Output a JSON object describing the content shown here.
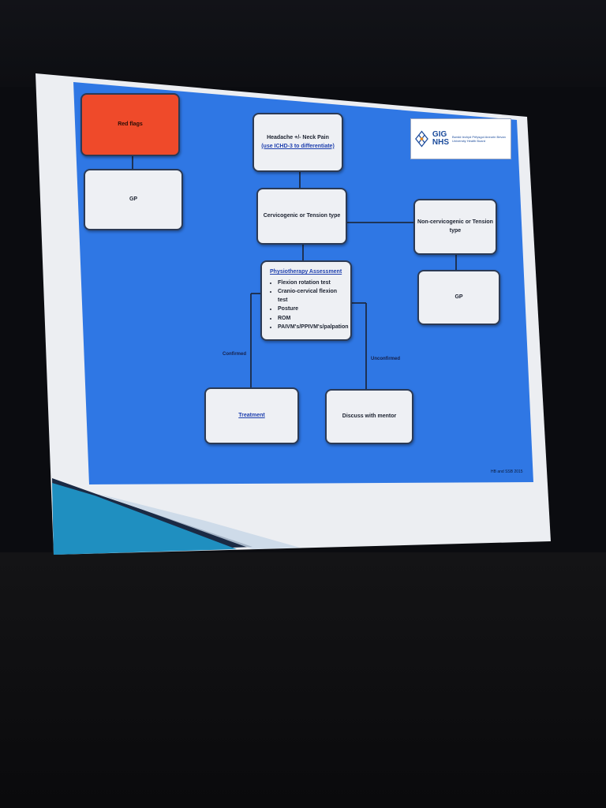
{
  "diagram": {
    "red_flags": "Red flags",
    "gp_left": "GP",
    "headache_line1": "Headache +/- Neck Pain",
    "headache_line2": "(use ICHD-3 to differentiate)",
    "cervicogenic": "Cervicogenic or Tension type",
    "non_cervicogenic": "Non-cervicogenic or Tension type",
    "gp_right": "GP",
    "physio_title": "Physiotherapy Assessment",
    "physio_items": [
      "Flexion rotation test",
      "Cranio-cervical flexion test",
      "Posture",
      "ROM",
      "PAIVM's/PPIVM's/palpation"
    ],
    "confirmed_label": "Confirmed",
    "unconfirmed_label": "Unconfirmed",
    "treatment": "Treatment",
    "discuss": "Discuss with mentor",
    "logo_gig": "GIG",
    "logo_nhs": "NHS",
    "logo_board": "Bwrdd Iechyd Prifysgol Aneurin Bevan University Health Board",
    "footer_text": "HB and SSB 2015"
  },
  "colors": {
    "slide_blue": "#2f77e4",
    "red_flags_fill": "#ef4a2a",
    "box_fill": "#eef0f4",
    "accent_teal": "#1f8fc0"
  }
}
